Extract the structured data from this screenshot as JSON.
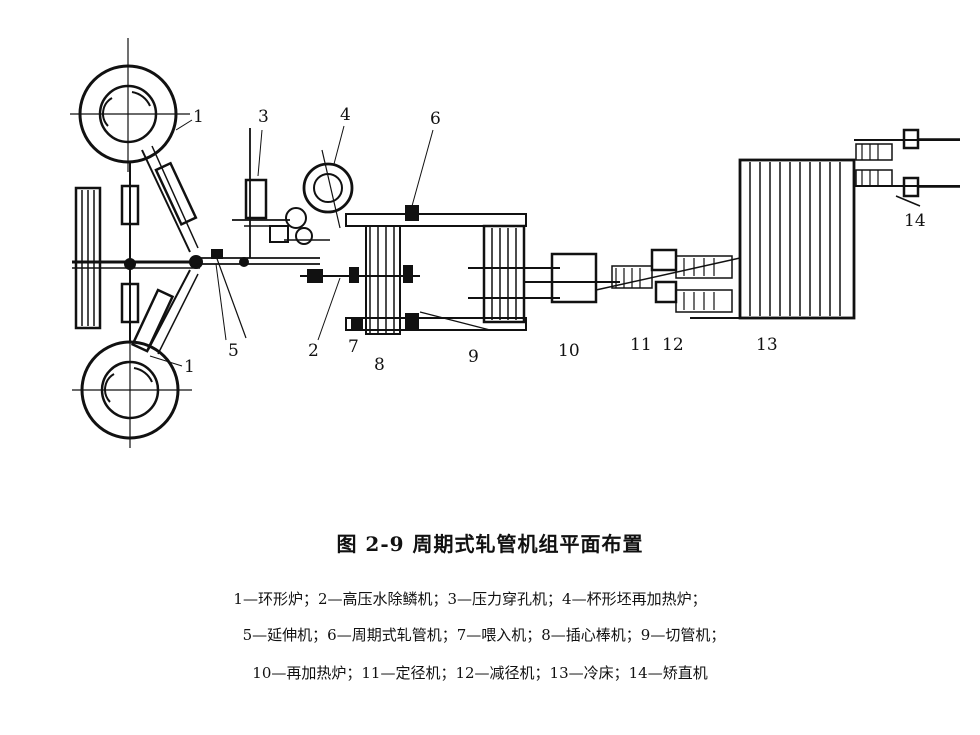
{
  "figure": {
    "title": "图 2-9   周期式轧管机组平面布置",
    "legend_lines": [
      "1—环形炉；2—高压水除鳞机；3—压力穿孔机；4—杯形坯再加热炉；",
      "5—延伸机；6—周期式轧管机；7—喂入机；8—插心棒机；9—切管机；",
      "10—再加热炉；11—定径机；12—减径机；13—冷床；14—矫直机"
    ]
  },
  "labels": {
    "l1a": "1",
    "l1b": "1",
    "l2": "2",
    "l3": "3",
    "l4": "4",
    "l5": "5",
    "l6": "6",
    "l7": "7",
    "l8": "8",
    "l9": "9",
    "l10": "10",
    "l11": "11",
    "l12": "12",
    "l13": "13",
    "l14": "14"
  }
}
